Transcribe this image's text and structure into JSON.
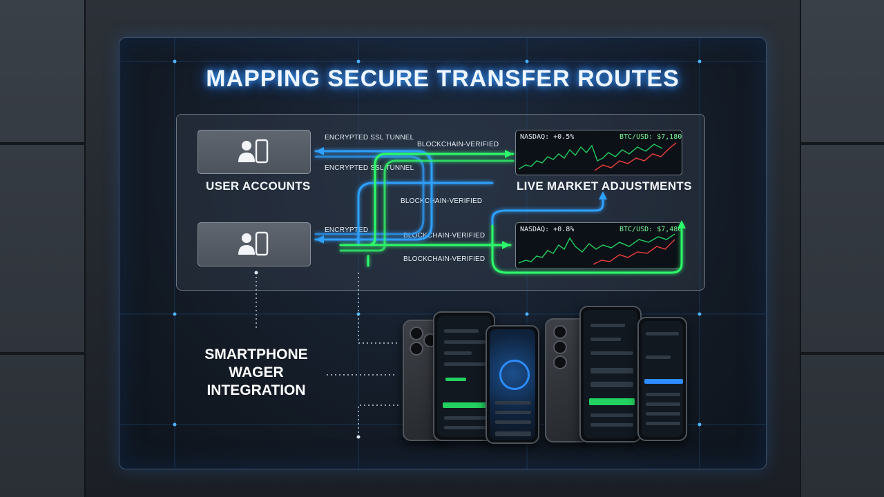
{
  "title": "MAPPING SECURE TRANSFER ROUTES",
  "nodes": {
    "user_accounts": "USER ACCOUNTS",
    "live_market": "LIVE MARKET ADJUSTMENTS",
    "smartphone_lines": [
      "SMARTPHONE",
      "WAGER",
      "INTEGRATION"
    ]
  },
  "route_labels": {
    "top_1": "ENCRYPTED SSL TUNNEL",
    "top_2": "BLOCKCHAIN-VERIFIED",
    "top_3": "ENCRYPTED SSL TUNNEL",
    "mid": "BLOCKCHAIN-VERIFIED",
    "low_1": "ENCRYPTED",
    "low_2": "BLOCKCHAIN-VERIFIED",
    "low_3": "BLOCKCHAIN-VERIFIED"
  },
  "tickers": {
    "top": {
      "nasdaq": "NASDAQ: +0.5%",
      "btc": "BTC/USD: $7,180"
    },
    "bottom": {
      "nasdaq": "NASDAQ: +0.8%",
      "btc": "BTC/USD: $7,480"
    }
  },
  "colors": {
    "blue_route": "#2ea0ff",
    "green_route": "#2dfa6a",
    "title_glow": "#3aa0ff",
    "chart_green": "#22c55e",
    "chart_red": "#e23b3b"
  },
  "icons": [
    "user-phone-icon",
    "arrow-icon"
  ]
}
